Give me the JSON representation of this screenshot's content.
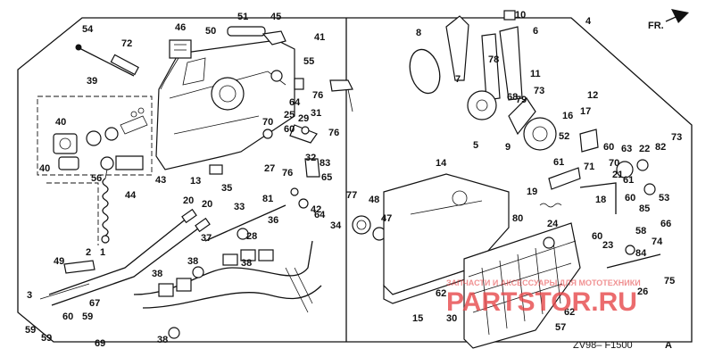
{
  "diagram": {
    "direction_label": "FR.",
    "drawing_code": "ZV98– F1500",
    "drawing_code_suffix": "A",
    "part_numbers": [
      "1",
      "2",
      "3",
      "4",
      "5",
      "6",
      "7",
      "8",
      "9",
      "10",
      "11",
      "12",
      "13",
      "14",
      "15",
      "16",
      "17",
      "18",
      "19",
      "20",
      "20",
      "21",
      "22",
      "23",
      "24",
      "25",
      "26",
      "27",
      "28",
      "29",
      "30",
      "31",
      "32",
      "33",
      "34",
      "35",
      "36",
      "37",
      "38",
      "38",
      "38",
      "38",
      "39",
      "40",
      "40",
      "41",
      "42",
      "43",
      "44",
      "45",
      "46",
      "47",
      "48",
      "49",
      "50",
      "51",
      "52",
      "53",
      "54",
      "55",
      "56",
      "57",
      "58",
      "59",
      "59",
      "59",
      "60",
      "60",
      "60",
      "60",
      "60",
      "61",
      "61",
      "62",
      "62",
      "63",
      "64",
      "64",
      "65",
      "66",
      "67",
      "68",
      "69",
      "70",
      "70",
      "71",
      "72",
      "73",
      "73",
      "74",
      "75",
      "76",
      "76",
      "76",
      "77",
      "78",
      "79",
      "80",
      "81",
      "82",
      "83",
      "84",
      "85"
    ]
  },
  "watermark": {
    "logo_text": "PARTSTOR.RU",
    "caption": "ЗАПЧАСТИ И АКСЕССУАРЫ ДЛЯ МОТОТЕХНИКИ"
  },
  "colors": {
    "line": "#111111",
    "watermark": "#e6474a"
  }
}
